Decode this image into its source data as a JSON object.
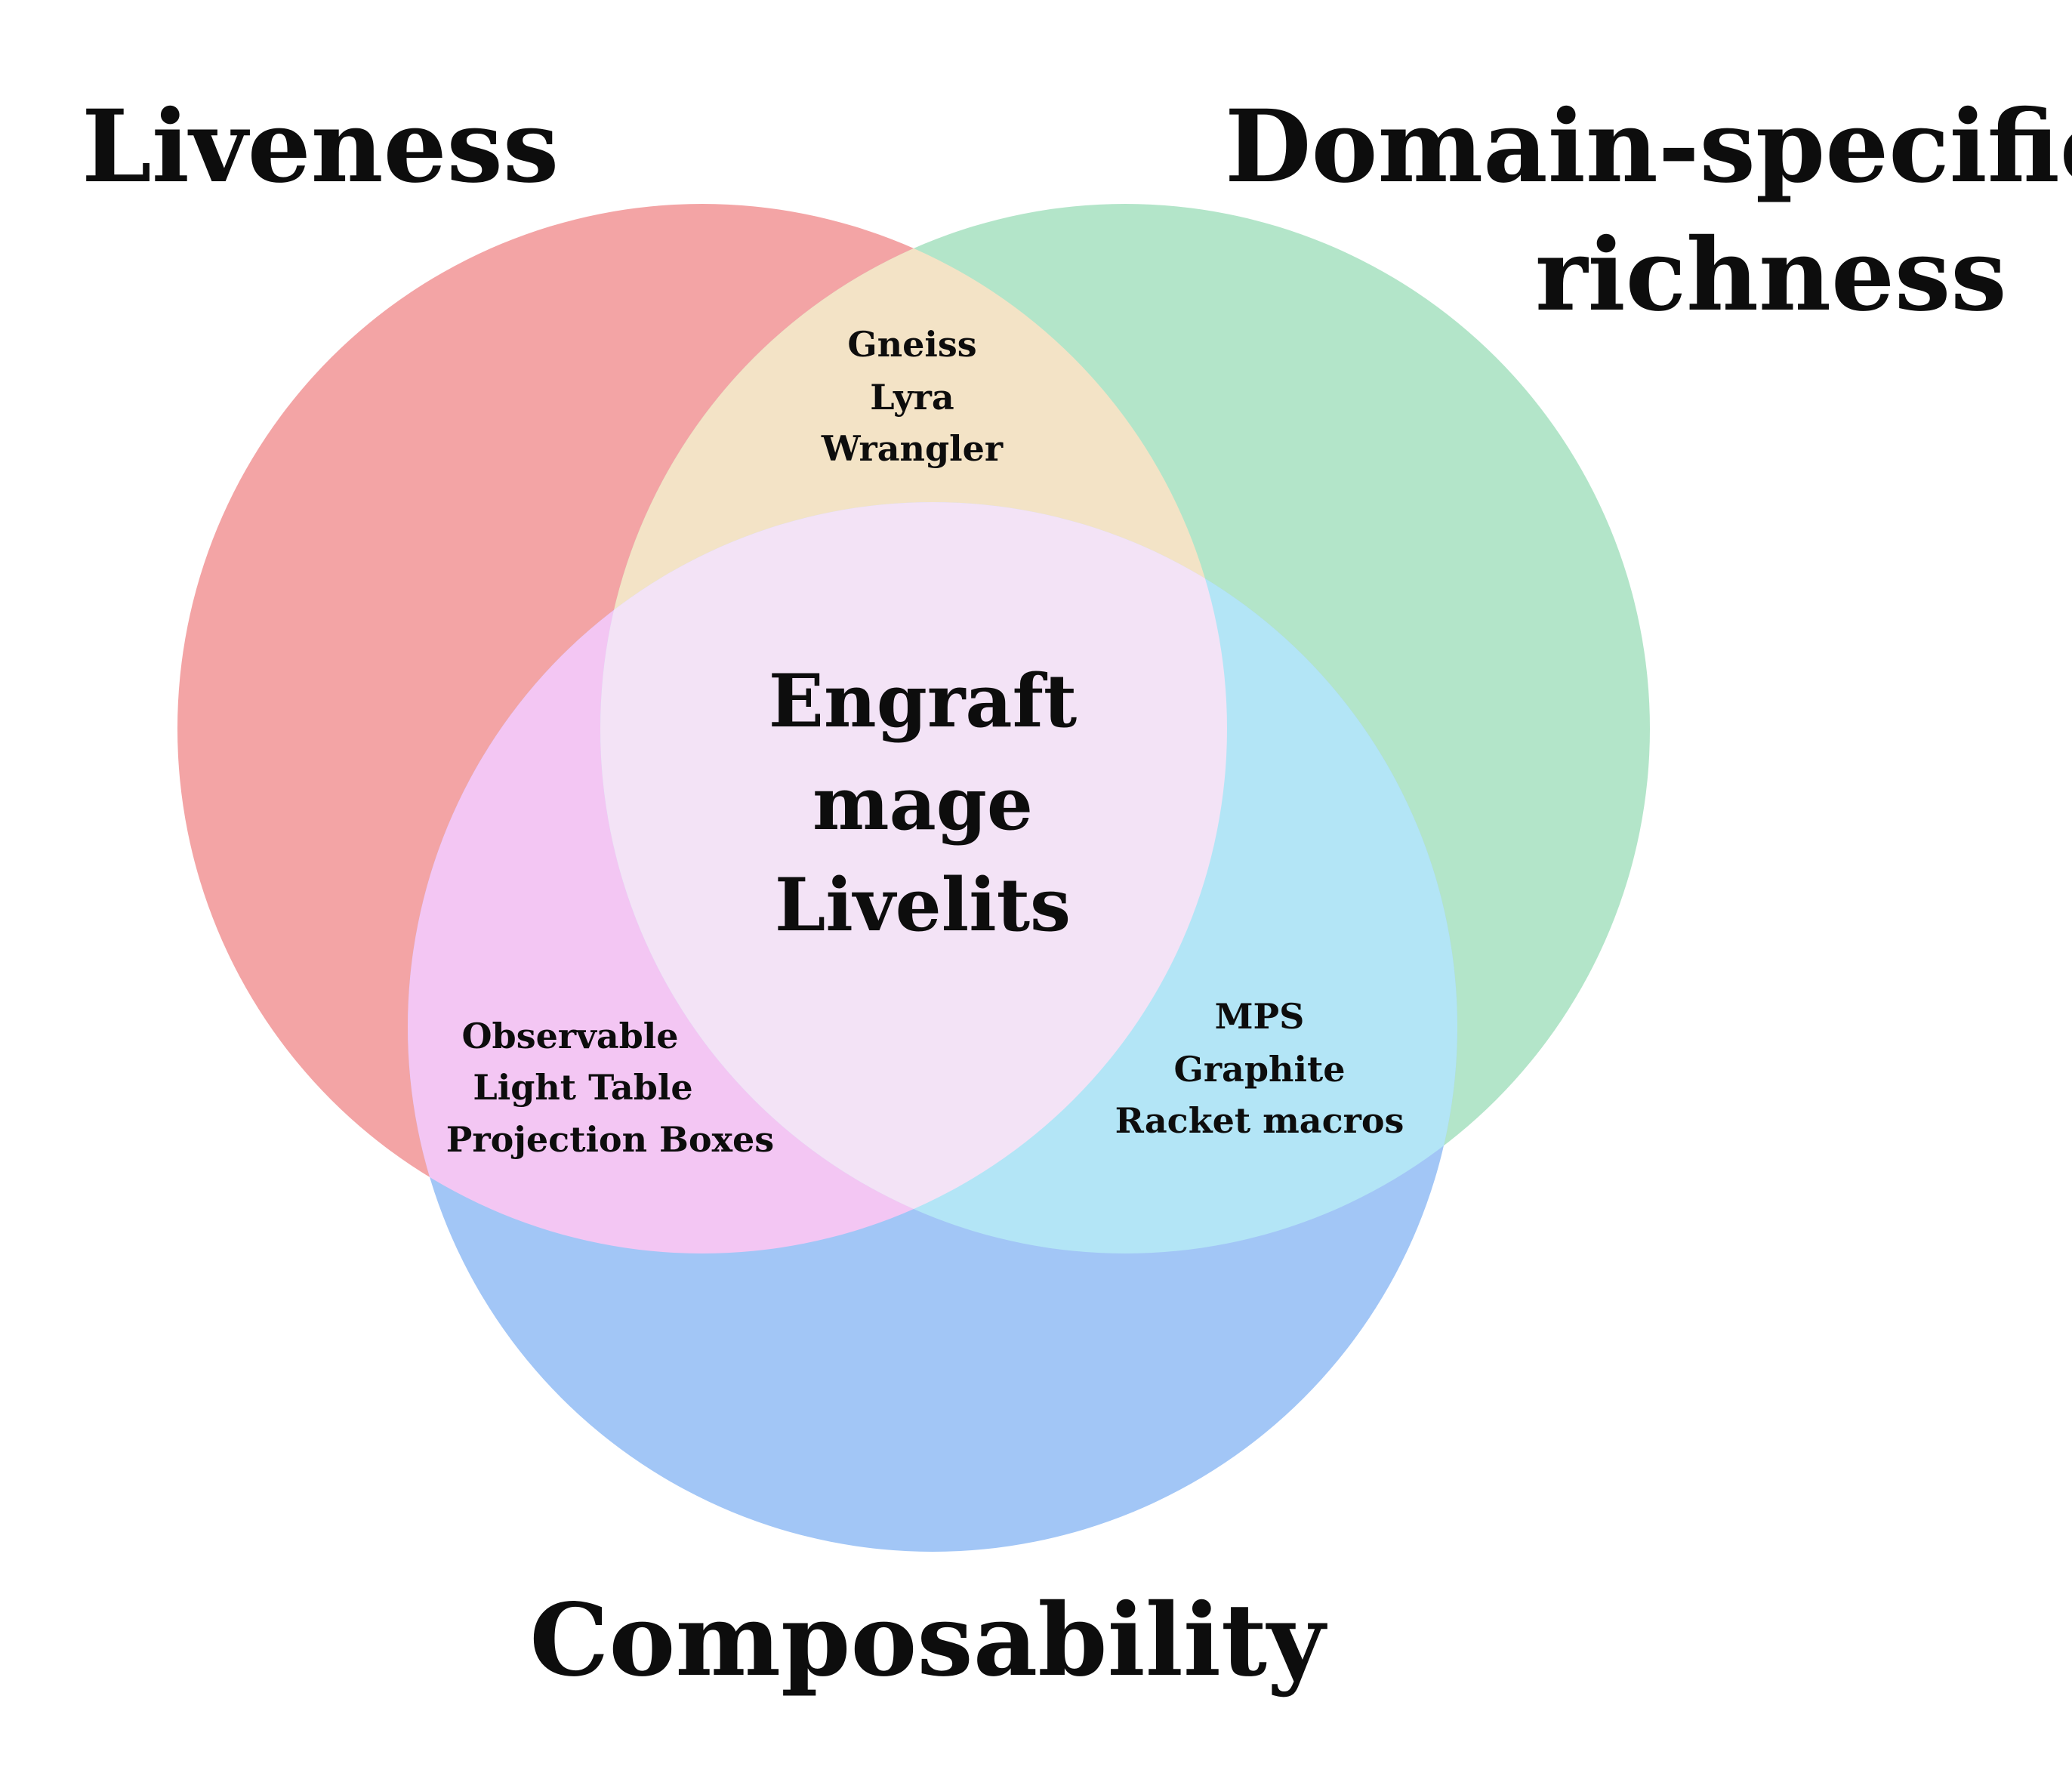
{
  "sets": {
    "liveness": {
      "label": "Liveness",
      "color": "#f3a4a5"
    },
    "domain": {
      "label_lines": [
        "Domain-specific",
        "richness"
      ],
      "color": "#b3e5c9"
    },
    "composability": {
      "label": "Composability",
      "color": "#a2c6f6"
    }
  },
  "regions": {
    "liveness_domain": {
      "items": [
        "Gneiss",
        "Lyra",
        "Wrangler"
      ],
      "color": "#f3e3c6"
    },
    "liveness_composability": {
      "items": [
        "Observable",
        "Light Table",
        "Projection Boxes"
      ],
      "color": "#f3c6f3"
    },
    "domain_composability": {
      "items": [
        "MPS",
        "Graphite",
        "Racket macros"
      ],
      "color": "#b3e5f6"
    },
    "all_three": {
      "items": [
        "Engraft",
        "mage",
        "Livelits"
      ],
      "color": "#f3e3f6"
    }
  }
}
